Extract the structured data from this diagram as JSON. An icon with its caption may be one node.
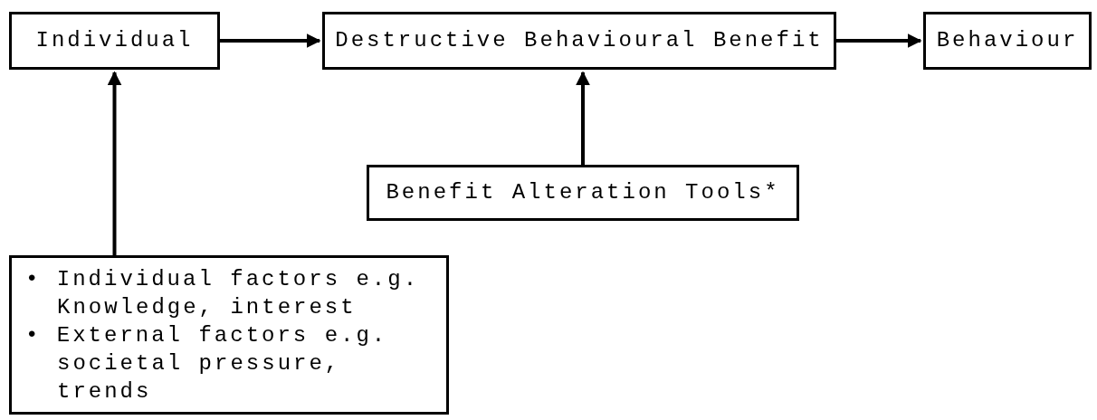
{
  "diagram": {
    "nodes": [
      {
        "text": [
          "Individual"
        ]
      },
      {
        "text": [
          "Destructive Behavioural Benefit"
        ]
      },
      {
        "text": [
          "Behaviour"
        ]
      },
      {
        "text": [
          "Benefit Alteration Tools*"
        ]
      },
      {
        "text": [
          "• Individual factors e.g. Knowledge, interest",
          "• External factors e.g. societal pressure, trends"
        ]
      }
    ],
    "edges": [
      {
        "from": 0,
        "to": 1,
        "arrow": "to"
      },
      {
        "from": 1,
        "to": 2,
        "arrow": "to"
      },
      {
        "from": 3,
        "to": 1,
        "arrow": "to"
      },
      {
        "from": 4,
        "to": 0,
        "arrow": "to"
      }
    ]
  }
}
